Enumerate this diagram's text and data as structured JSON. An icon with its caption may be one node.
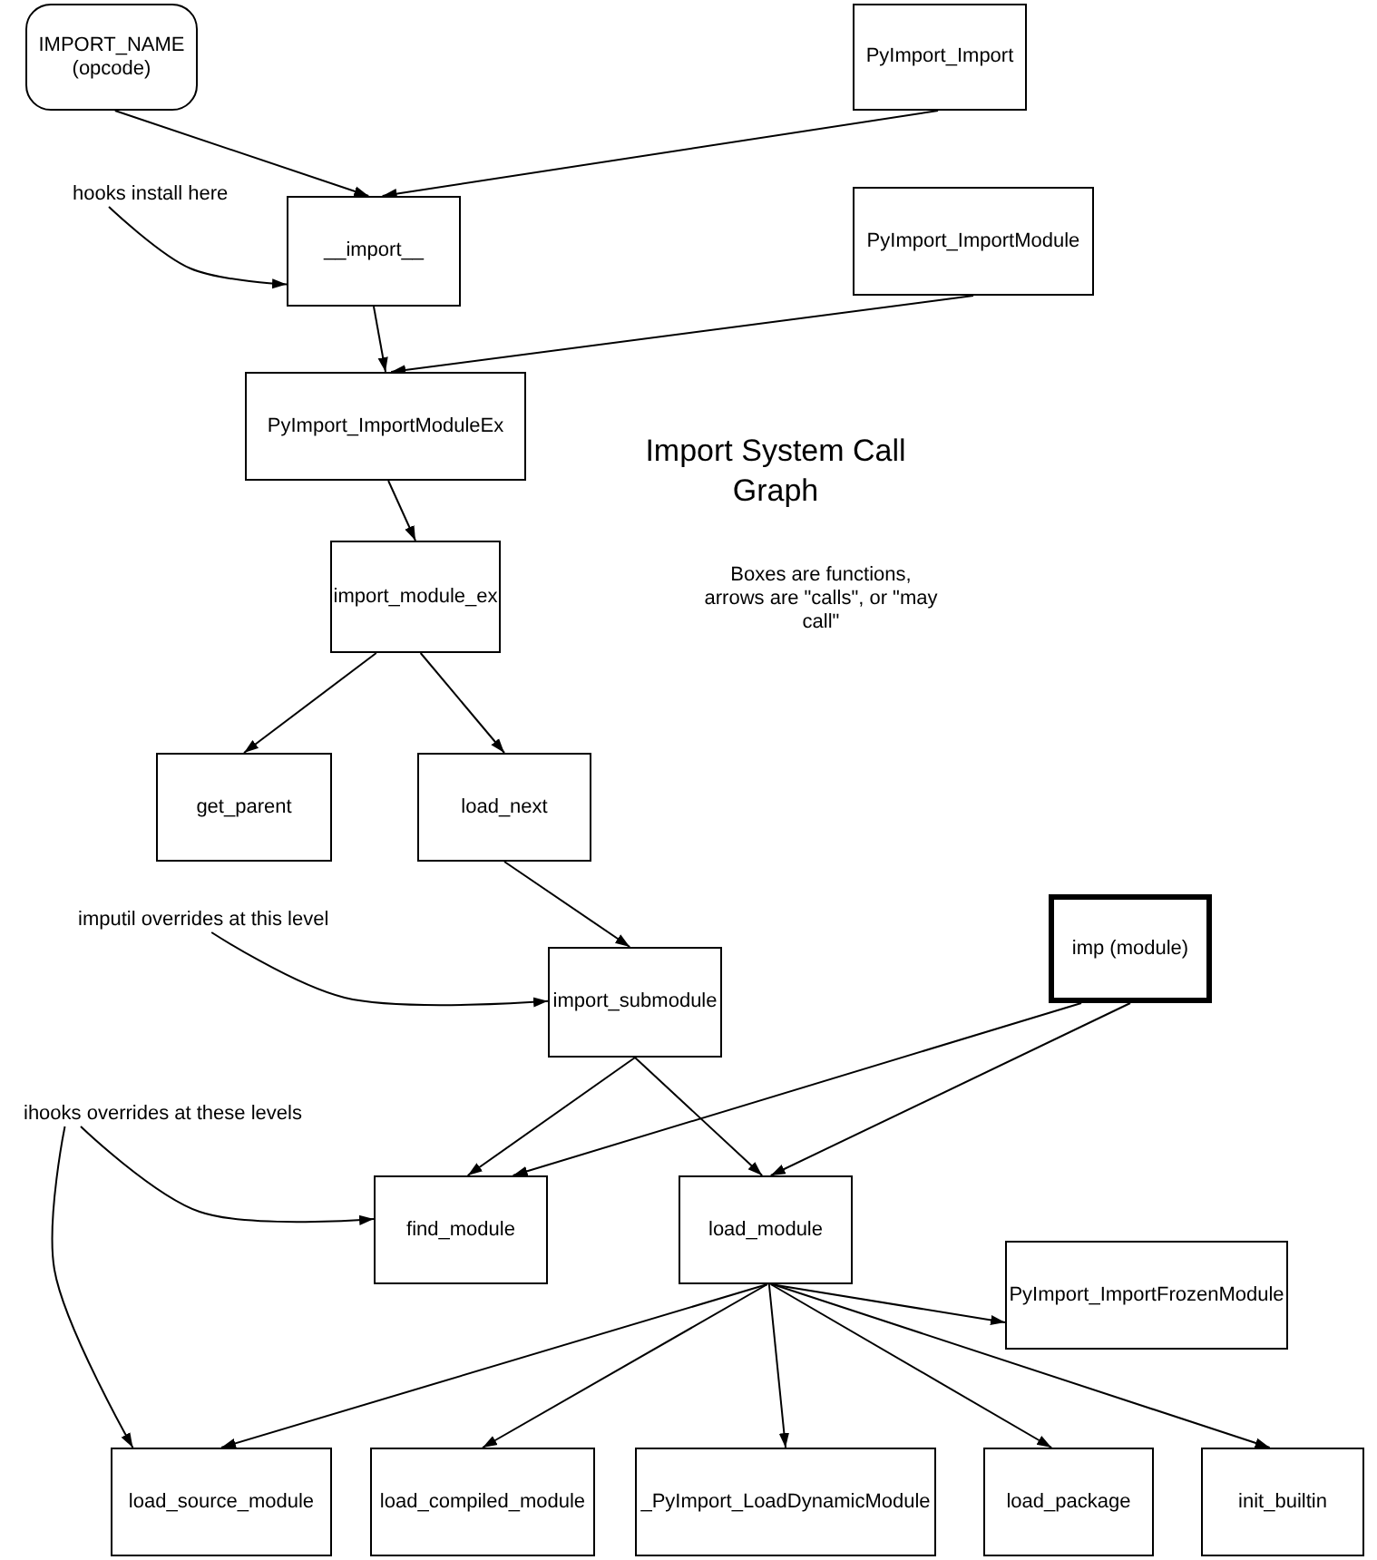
{
  "diagram": {
    "title": "Import System Call Graph",
    "nodes": [
      {
        "text": [
          "IMPORT_NAME (opcode)"
        ]
      },
      {
        "text": [
          "PyImport_Import"
        ]
      },
      {
        "text": [
          "hooks install here"
        ]
      },
      {
        "text": [
          "__import__"
        ]
      },
      {
        "text": [
          "PyImport_ImportModule"
        ]
      },
      {
        "text": [
          "PyImport_ImportModuleEx"
        ]
      },
      {
        "text": [
          "import_module_ex"
        ]
      },
      {
        "text": [
          "get_parent"
        ]
      },
      {
        "text": [
          "load_next"
        ]
      },
      {
        "text": [
          "imputil overrides at this level"
        ]
      },
      {
        "text": [
          "import_submodule"
        ]
      },
      {
        "text": [
          "imp (module)"
        ]
      },
      {
        "text": [
          "ihooks overrides at these levels"
        ]
      },
      {
        "text": [
          "find_module"
        ]
      },
      {
        "text": [
          "load_module"
        ]
      },
      {
        "text": [
          "PyImport_ImportFrozenModule"
        ]
      },
      {
        "text": [
          "load_source_module"
        ]
      },
      {
        "text": [
          "load_compiled_module"
        ]
      },
      {
        "text": [
          "_PyImport_LoadDynamicModule"
        ]
      },
      {
        "text": [
          "load_package"
        ]
      },
      {
        "text": [
          "init_builtin"
        ]
      }
    ],
    "edges": [
      {
        "from": 0,
        "to": 3,
        "arrow": "to"
      },
      {
        "from": 1,
        "to": 3,
        "arrow": "to"
      },
      {
        "from": 2,
        "to": 3,
        "arrow": "to"
      },
      {
        "from": 3,
        "to": 5,
        "arrow": "to"
      },
      {
        "from": 4,
        "to": 5,
        "arrow": "to"
      },
      {
        "from": 5,
        "to": 6,
        "arrow": "to"
      },
      {
        "from": 6,
        "to": 7,
        "arrow": "to"
      },
      {
        "from": 6,
        "to": 8,
        "arrow": "to"
      },
      {
        "from": 8,
        "to": 10,
        "arrow": "to"
      },
      {
        "from": 9,
        "to": 10,
        "arrow": "to"
      },
      {
        "from": 10,
        "to": 13,
        "arrow": "to"
      },
      {
        "from": 10,
        "to": 14,
        "arrow": "to"
      },
      {
        "from": 11,
        "to": 13,
        "arrow": "to"
      },
      {
        "from": 11,
        "to": 14,
        "arrow": "to"
      },
      {
        "from": 12,
        "to": 13,
        "arrow": "to"
      },
      {
        "from": 12,
        "to": 16,
        "arrow": "to"
      },
      {
        "from": 14,
        "to": 15,
        "arrow": "to"
      },
      {
        "from": 14,
        "to": 16,
        "arrow": "to"
      },
      {
        "from": 14,
        "to": 17,
        "arrow": "to"
      },
      {
        "from": 14,
        "to": 18,
        "arrow": "to"
      },
      {
        "from": 14,
        "to": 19,
        "arrow": "to"
      },
      {
        "from": 14,
        "to": 20,
        "arrow": "to"
      }
    ],
    "labels": [
      "Boxes are functions, arrows are \"calls\", or \"may call\""
    ]
  }
}
